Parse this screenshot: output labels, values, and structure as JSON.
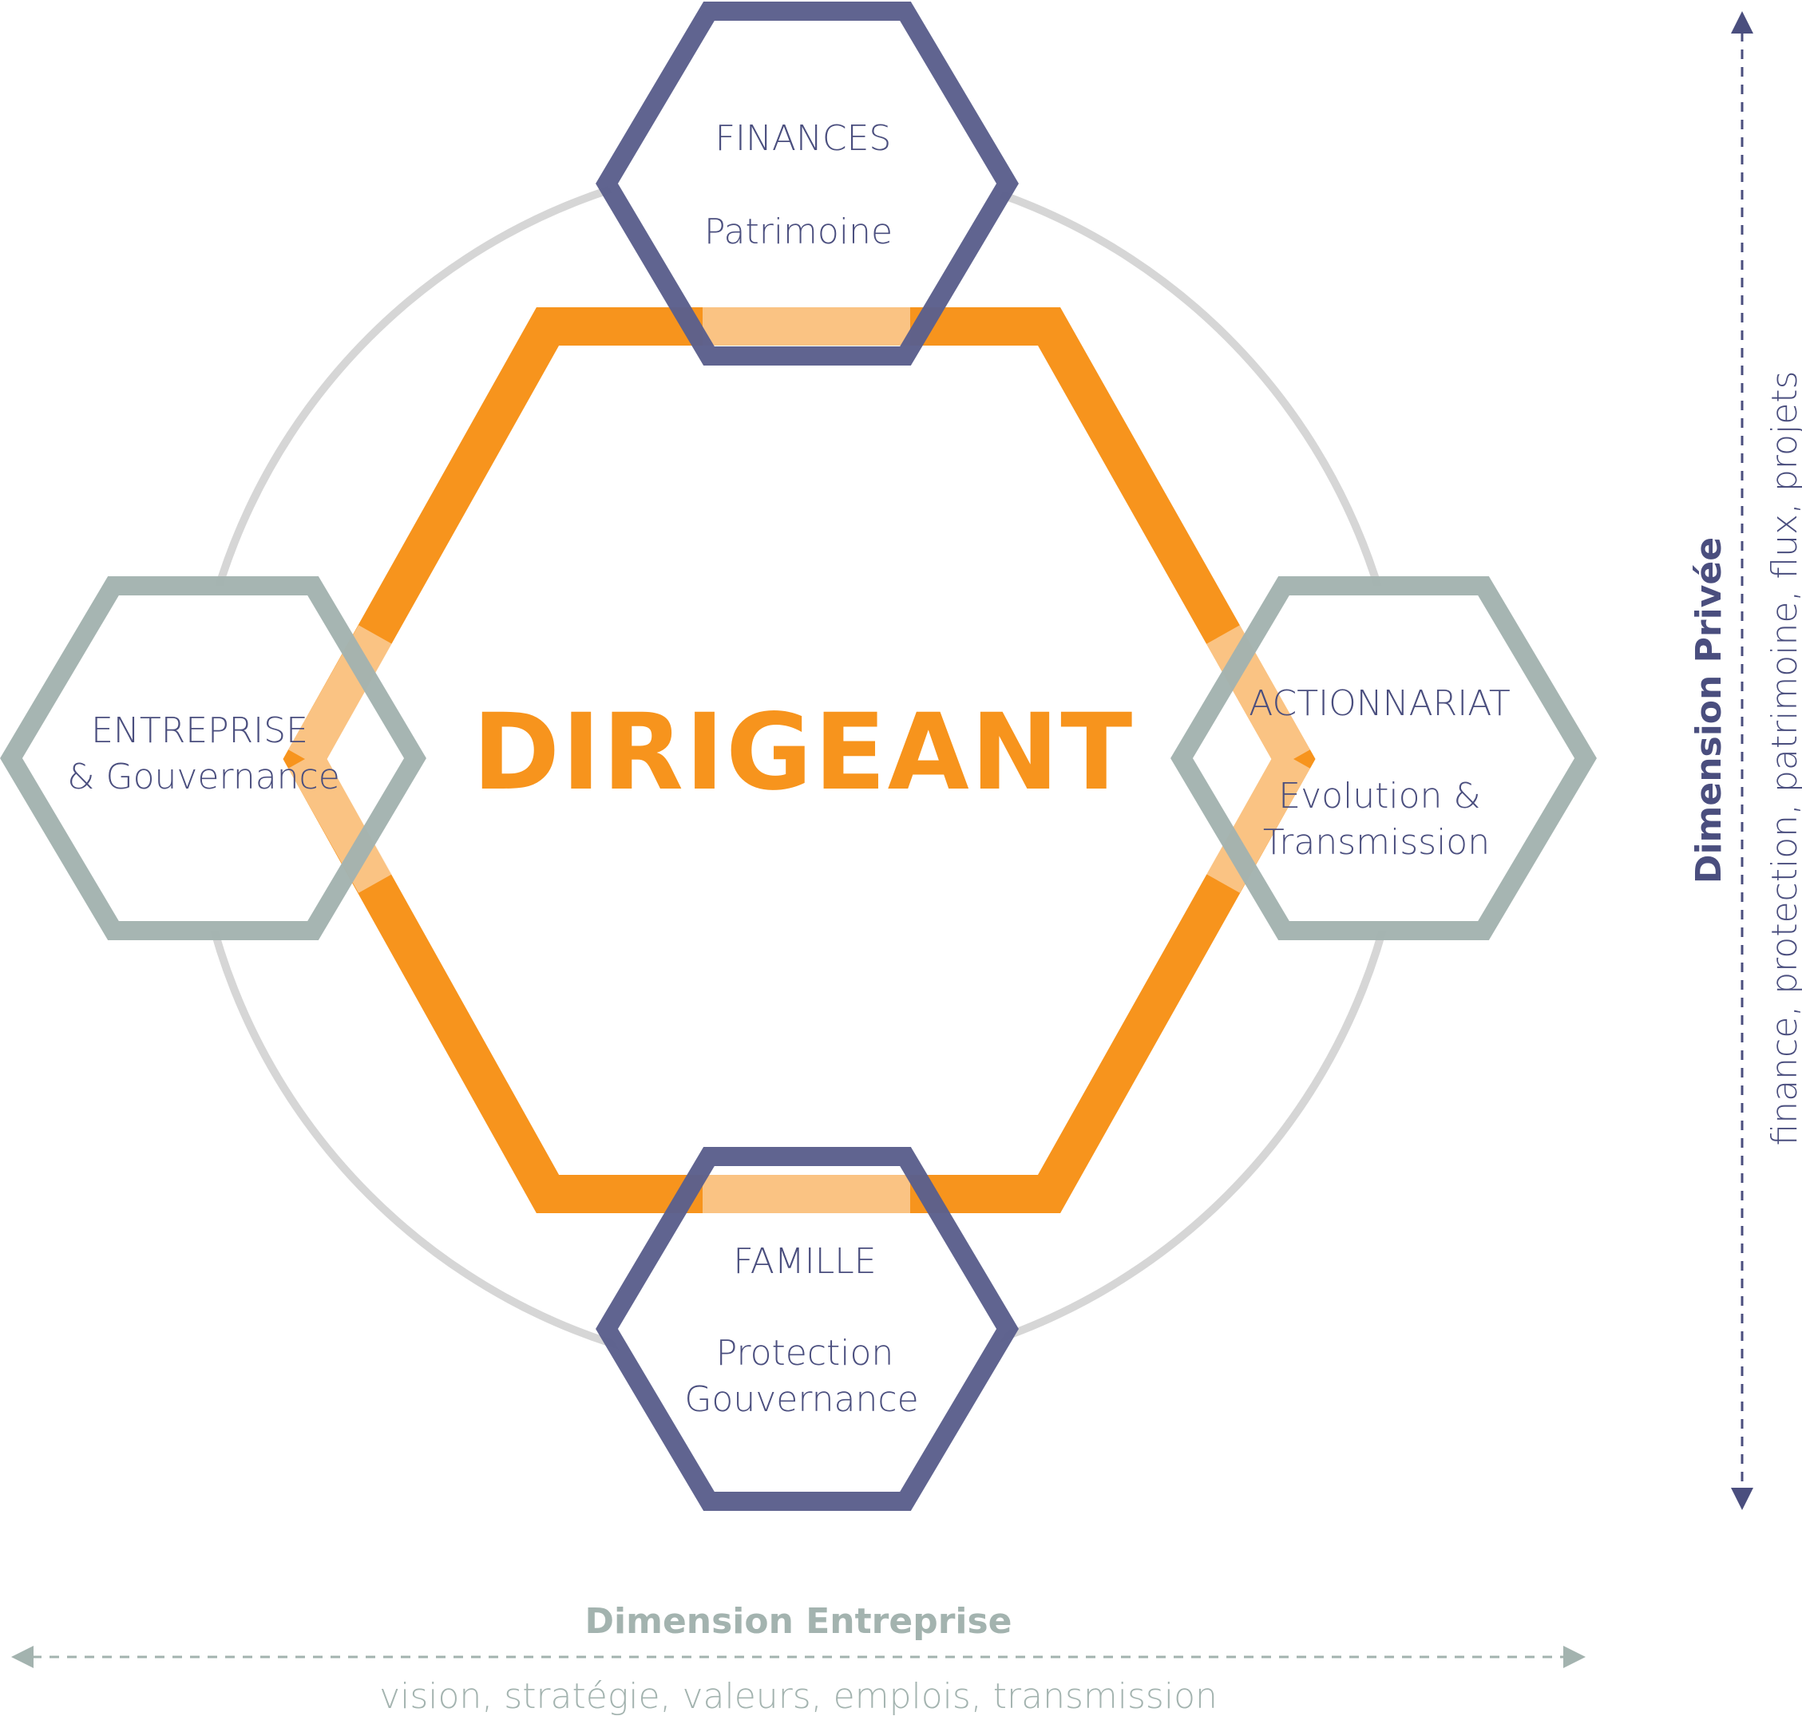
{
  "colors": {
    "orange": "#F7941D",
    "navy": "#5B5F8C",
    "sage": "#A3B3AF",
    "circle": "#D6D6D6",
    "overlap": "#FDEBD8",
    "text": "#4A4E7E"
  },
  "center": {
    "title": "DIRIGEANT"
  },
  "nodes": {
    "top": {
      "line1": "FINANCES",
      "line2": "Patrimoine"
    },
    "left": {
      "line1": "ENTREPRISE",
      "line2": "& Gouvernance"
    },
    "right": {
      "line1": "ACTIONNARIAT",
      "line2": "Evolution &",
      "line3": "Transmission"
    },
    "bottom": {
      "line1": "FAMILLE",
      "line2": "Protection",
      "line3": "Gouvernance"
    }
  },
  "axes": {
    "vertical": {
      "title": "Dimension Privée",
      "subtitle": "finance, protection, patrimoine, flux, projets"
    },
    "horizontal": {
      "title": "Dimension Entreprise",
      "subtitle": "vision, stratégie, valeurs, emplois, transmission"
    }
  }
}
